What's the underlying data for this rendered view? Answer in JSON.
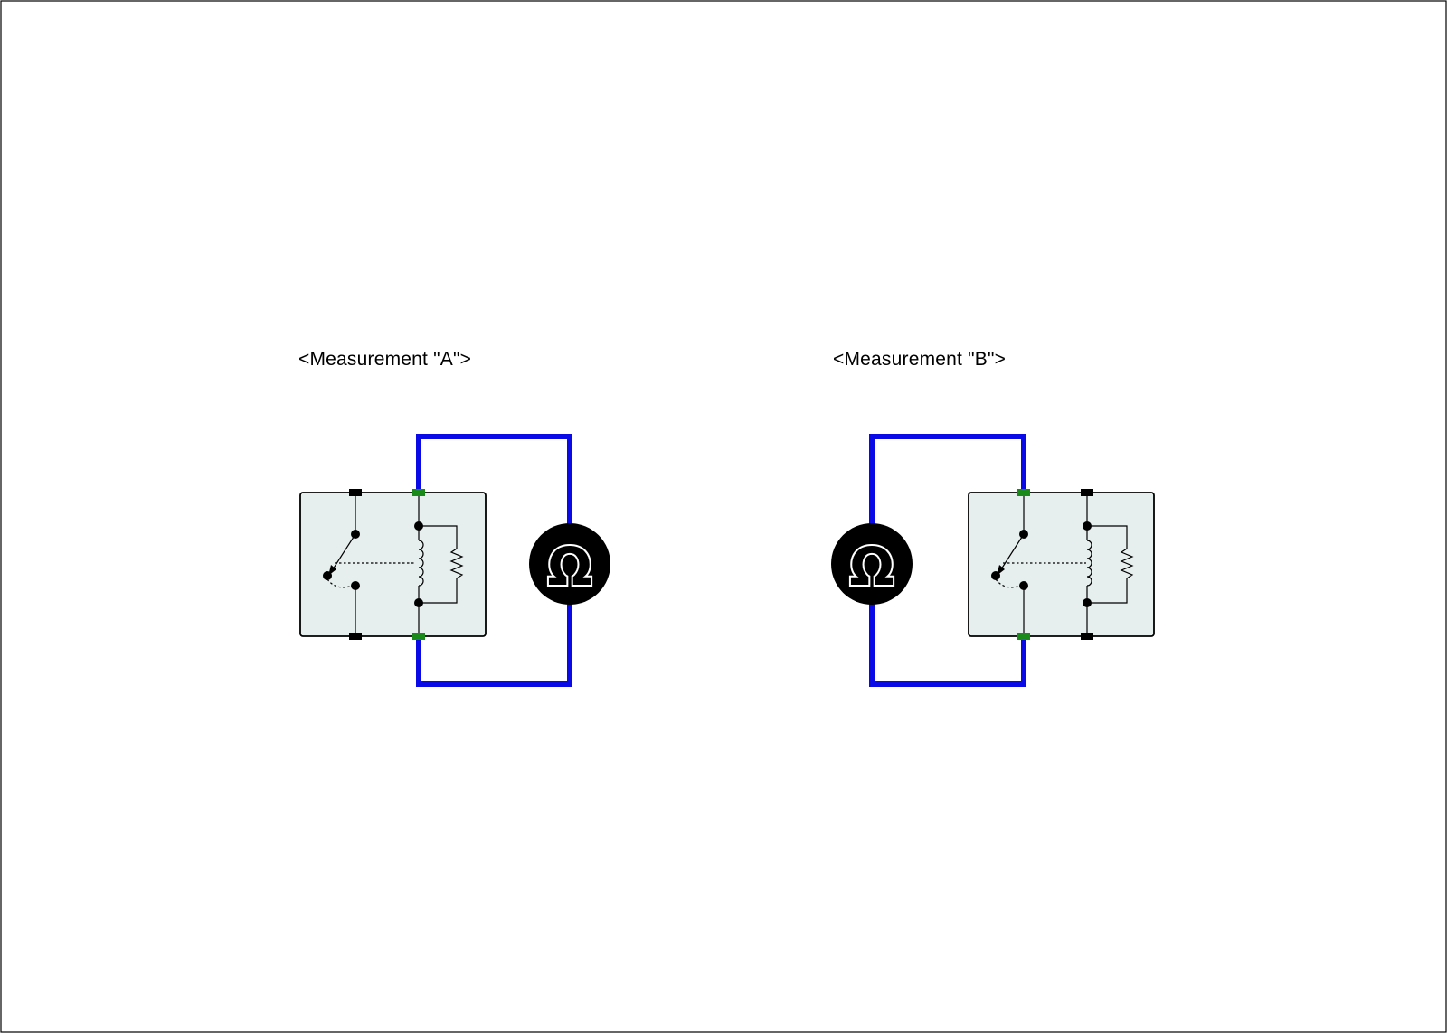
{
  "captions": {
    "a": "<Measurement \"A\">",
    "b": "<Measurement \"B\">"
  },
  "meter": {
    "symbol": "Ω",
    "icon": "ohmmeter-icon"
  },
  "colors": {
    "probe_wire": "#0a0ae6",
    "terminal_tested": "#1a8a1a",
    "terminal_untested": "#000000",
    "relay_body": "#e6eeee"
  }
}
